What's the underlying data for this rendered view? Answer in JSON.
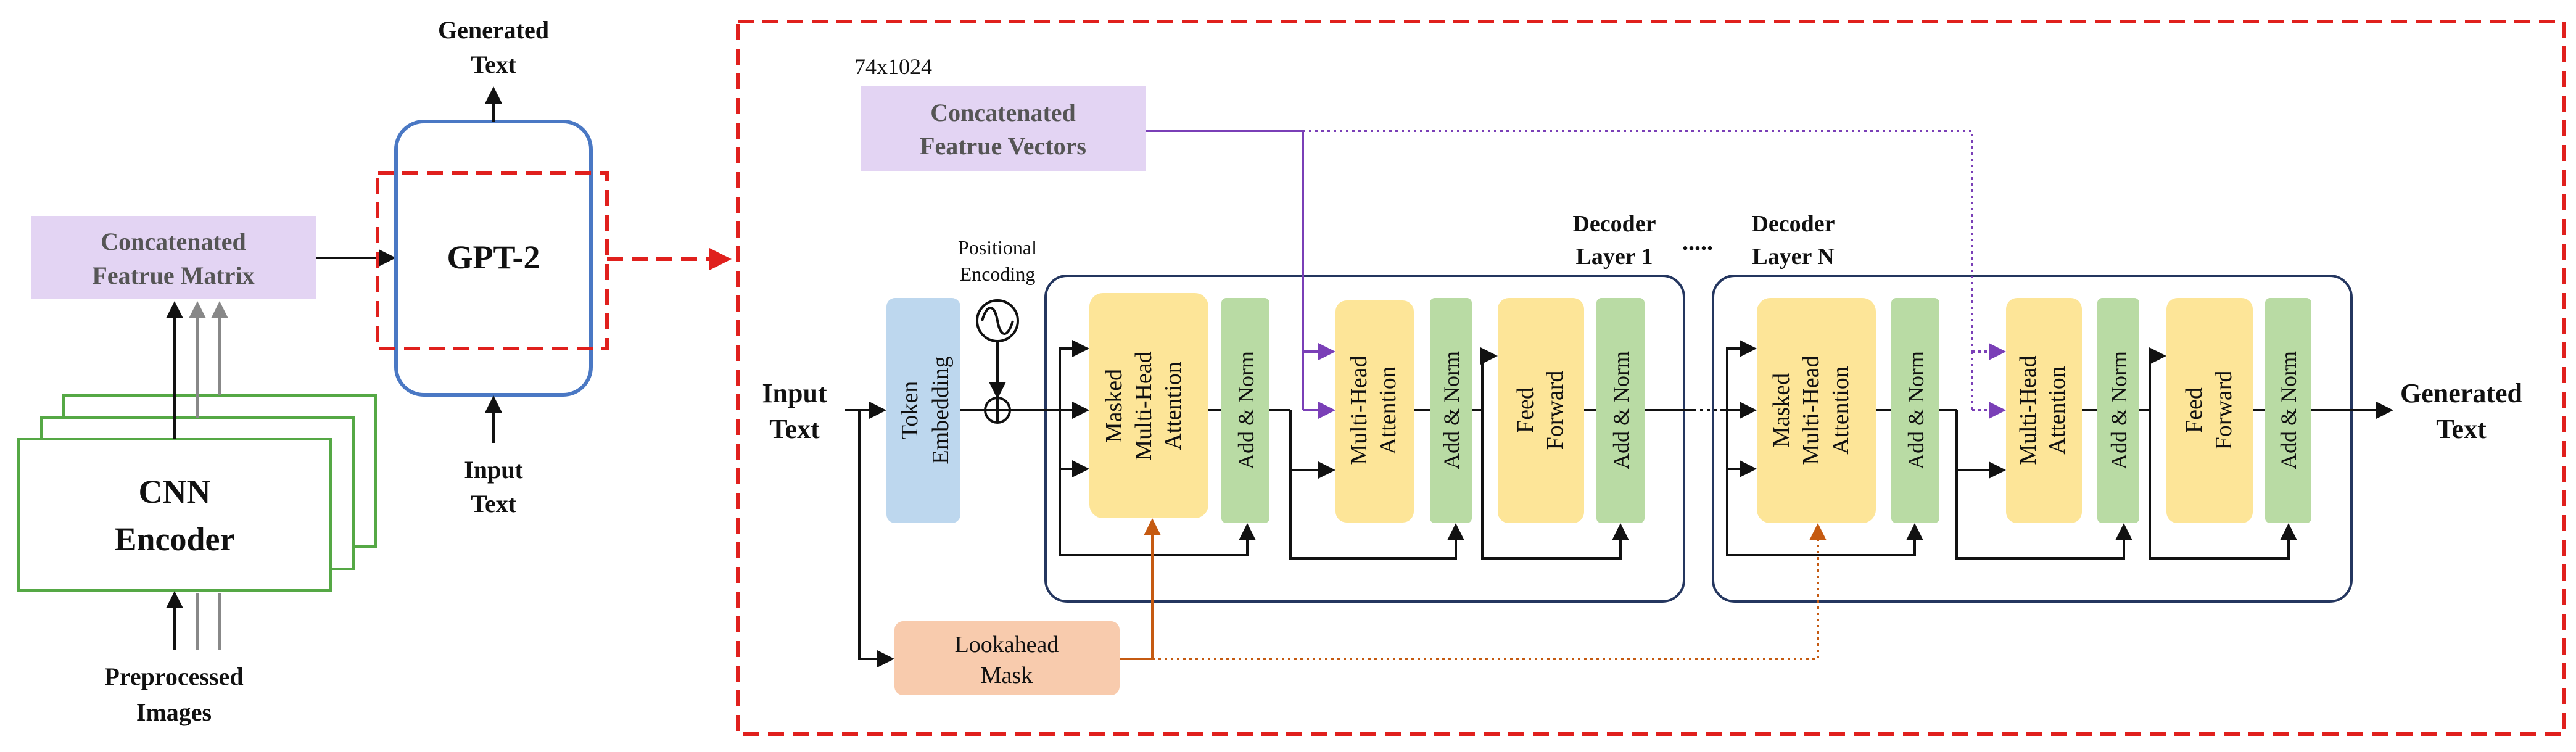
{
  "left": {
    "generated_text": [
      "Generated",
      "Text"
    ],
    "feature_matrix": [
      "Concatenated",
      "Featrue Matrix"
    ],
    "gpt2": "GPT-2",
    "input_text": [
      "Input",
      "Text"
    ],
    "cnn_encoder": [
      "CNN",
      "Encoder"
    ],
    "preprocessed": [
      "Preprocessed",
      "Images"
    ]
  },
  "right": {
    "dimension": "74x1024",
    "feature_vectors": [
      "Concatenated",
      "Featrue Vectors"
    ],
    "positional_encoding": [
      "Positional",
      "Encoding"
    ],
    "decoder_layer_1": [
      "Decoder",
      "Layer 1"
    ],
    "decoder_layer_n": [
      "Decoder",
      "Layer N"
    ],
    "dots": ".....",
    "input_text": [
      "Input",
      "Text"
    ],
    "generated_text": [
      "Generated",
      "Text"
    ],
    "token_embedding": [
      "Token",
      "Embedding"
    ],
    "masked_attention": [
      "Masked",
      "Multi-Head",
      "Attention"
    ],
    "add_norm": "Add & Norm",
    "multi_head_attention": [
      "Multi-Head",
      "Attention"
    ],
    "feed_forward": [
      "Feed",
      "Forward"
    ],
    "lookahead_mask": [
      "Lookahead",
      "Mask"
    ]
  },
  "colors": {
    "purple_fill": "#e3d4f3",
    "blue_box": "#4a78c4",
    "green_border": "#55a845",
    "yellow_fill": "#fde598",
    "green_fill": "#b9dba4",
    "blue_fill": "#bdd7ee",
    "orange_fill": "#f8cbad",
    "dashed_red": "#e0201d",
    "purple_line": "#7a3fb7",
    "orange_line": "#c55a11",
    "layer_border": "#24365f"
  }
}
